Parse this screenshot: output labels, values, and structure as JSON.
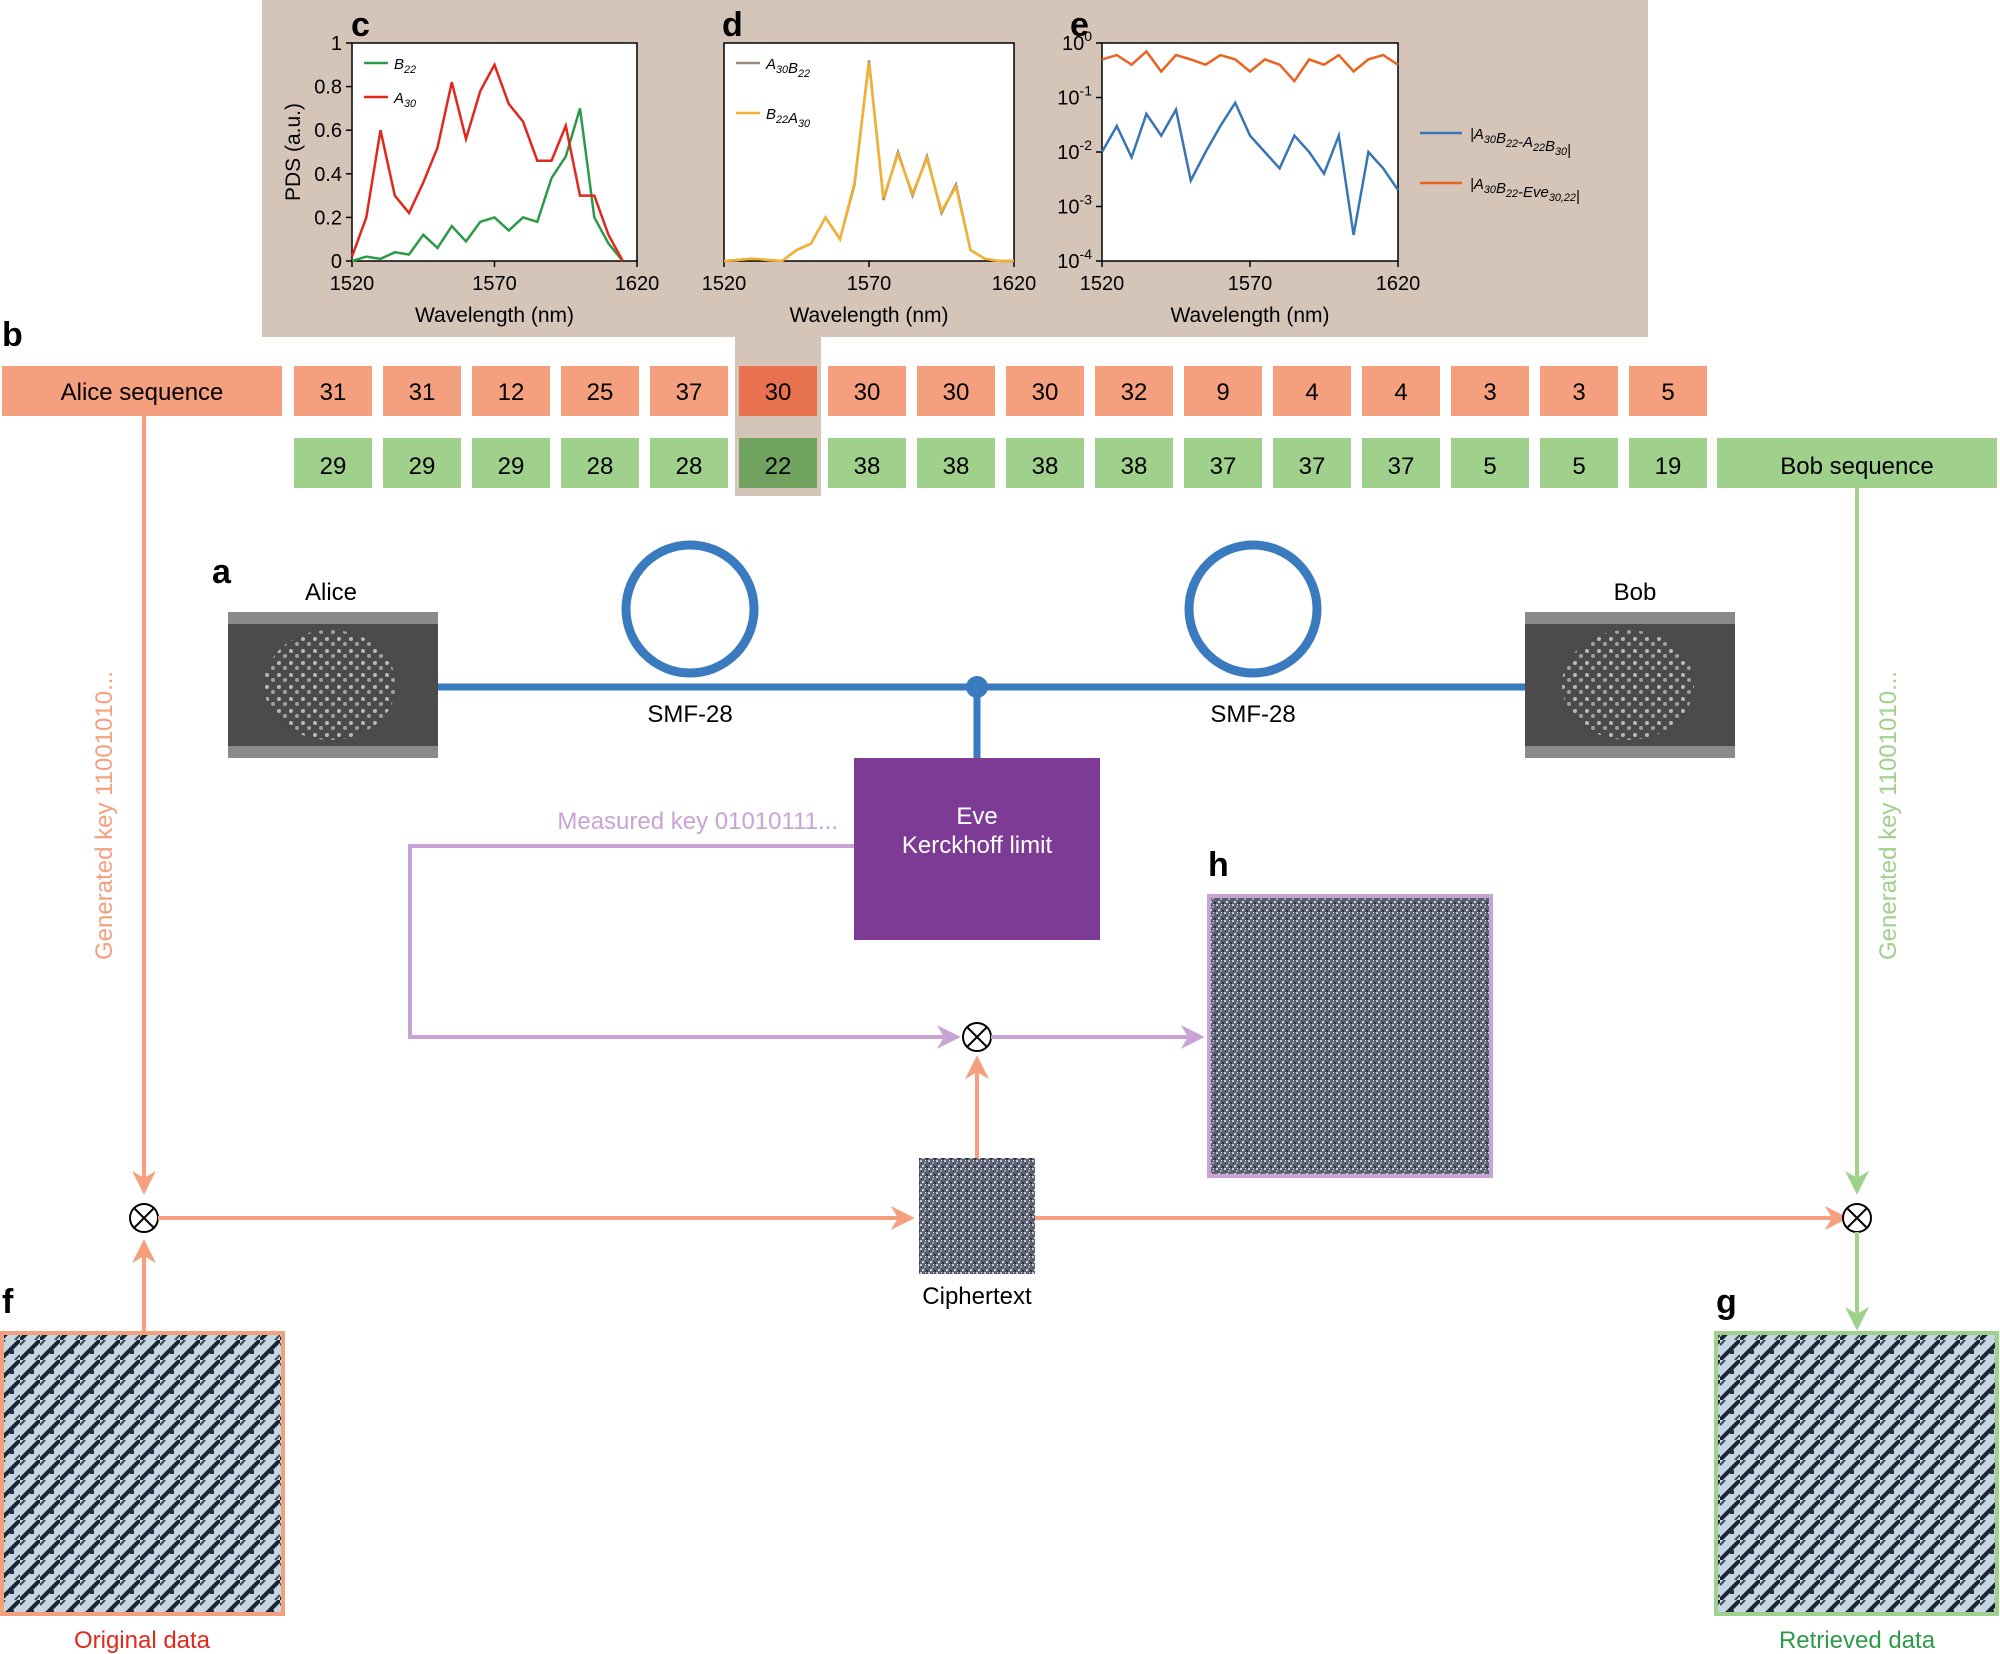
{
  "panel_labels": {
    "a": "a",
    "b": "b",
    "c": "c",
    "d": "d",
    "e": "e",
    "f": "f",
    "g": "g",
    "h": "h"
  },
  "colors": {
    "alice": "#f4a07f",
    "alice_highlight": "#e8714f",
    "bob": "#9fd08c",
    "bob_highlight": "#6fa35e",
    "fiber": "#3a7abf",
    "eve": "#7d3b96",
    "eve_line": "#c9a3d6",
    "inset_bg": "#d5c4b8"
  },
  "sequences": {
    "alice_label": "Alice sequence",
    "bob_label": "Bob sequence",
    "alice_values": [
      "31",
      "31",
      "12",
      "25",
      "37",
      "30",
      "30",
      "30",
      "30",
      "32",
      "9",
      "4",
      "4",
      "3",
      "3",
      "5"
    ],
    "bob_values": [
      "29",
      "29",
      "29",
      "28",
      "28",
      "22",
      "38",
      "38",
      "38",
      "38",
      "37",
      "37",
      "37",
      "5",
      "5",
      "19"
    ],
    "highlight_index": 5
  },
  "setup": {
    "alice_label": "Alice",
    "bob_label": "Bob",
    "fiber_left_label": "SMF-28",
    "fiber_right_label": "SMF-28",
    "eve_line1": "Eve",
    "eve_line2": "Kerckhoff limit",
    "measured_key": "Measured key 01010111...",
    "alice_key": "Generated key 11001010...",
    "bob_key": "Generated key 11001010...",
    "ciphertext_label": "Ciphertext",
    "original_label": "Original data",
    "retrieved_label": "Retrieved data",
    "xor_symbol": "⊗"
  },
  "chart_data": [
    {
      "id": "c",
      "type": "line",
      "xlabel": "Wavelength (nm)",
      "ylabel": "PDS (a.u.)",
      "xlim": [
        1520,
        1620
      ],
      "ylim": [
        0,
        1
      ],
      "xticks": [
        "1520",
        "1570",
        "1620"
      ],
      "yticks": [
        "0",
        "0.2",
        "0.4",
        "0.6",
        "0.8",
        "1"
      ],
      "legend_position": "top-left",
      "series": [
        {
          "name": "B22",
          "color": "#2e9a48",
          "x": [
            1520,
            1525,
            1530,
            1535,
            1540,
            1545,
            1550,
            1555,
            1560,
            1565,
            1570,
            1575,
            1580,
            1585,
            1590,
            1595,
            1600,
            1605,
            1610,
            1615
          ],
          "y": [
            0.0,
            0.02,
            0.01,
            0.04,
            0.03,
            0.12,
            0.06,
            0.16,
            0.09,
            0.18,
            0.2,
            0.14,
            0.2,
            0.18,
            0.38,
            0.48,
            0.7,
            0.2,
            0.08,
            0.0
          ]
        },
        {
          "name": "A30",
          "color": "#e0281c",
          "x": [
            1520,
            1525,
            1530,
            1535,
            1540,
            1545,
            1550,
            1555,
            1560,
            1565,
            1570,
            1575,
            1580,
            1585,
            1590,
            1595,
            1600,
            1605,
            1610,
            1615
          ],
          "y": [
            0.02,
            0.2,
            0.6,
            0.3,
            0.22,
            0.36,
            0.52,
            0.82,
            0.56,
            0.78,
            0.9,
            0.72,
            0.64,
            0.46,
            0.46,
            0.62,
            0.3,
            0.3,
            0.12,
            0.0
          ]
        }
      ]
    },
    {
      "id": "d",
      "type": "line",
      "xlabel": "Wavelength (nm)",
      "xlim": [
        1520,
        1620
      ],
      "ylim": [
        0,
        1
      ],
      "xticks": [
        "1520",
        "1570",
        "1620"
      ],
      "legend_position": "top-left",
      "series": [
        {
          "name": "A30B22",
          "color": "#a08878",
          "x": [
            1520,
            1530,
            1540,
            1545,
            1550,
            1555,
            1560,
            1565,
            1570,
            1575,
            1580,
            1585,
            1590,
            1595,
            1600,
            1605,
            1610,
            1615,
            1620
          ],
          "y": [
            0.0,
            0.01,
            0.0,
            0.05,
            0.08,
            0.2,
            0.1,
            0.35,
            0.92,
            0.28,
            0.5,
            0.3,
            0.48,
            0.22,
            0.35,
            0.05,
            0.01,
            0.0,
            0.0
          ]
        },
        {
          "name": "B22A30",
          "color": "#f1b233",
          "x": [
            1520,
            1530,
            1540,
            1545,
            1550,
            1555,
            1560,
            1565,
            1570,
            1575,
            1580,
            1585,
            1590,
            1595,
            1600,
            1605,
            1610,
            1615,
            1620
          ],
          "y": [
            0.0,
            0.01,
            0.0,
            0.05,
            0.08,
            0.2,
            0.1,
            0.36,
            0.91,
            0.29,
            0.49,
            0.31,
            0.47,
            0.23,
            0.34,
            0.05,
            0.01,
            0.0,
            0.0
          ]
        }
      ]
    },
    {
      "id": "e",
      "type": "line",
      "xlabel": "Wavelength (nm)",
      "xlim": [
        1520,
        1620
      ],
      "ylim": [
        0.0001,
        1
      ],
      "yscale": "log",
      "xticks": [
        "1520",
        "1570",
        "1620"
      ],
      "yticks": [
        "10-4",
        "10-3",
        "10-2",
        "10-1",
        "100"
      ],
      "legend_position": "right",
      "series": [
        {
          "name": "|A30B22-A22B30|",
          "color": "#3775b5",
          "x": [
            1520,
            1525,
            1530,
            1535,
            1540,
            1545,
            1550,
            1555,
            1560,
            1565,
            1570,
            1575,
            1580,
            1585,
            1590,
            1595,
            1600,
            1605,
            1610,
            1615,
            1620
          ],
          "y": [
            0.01,
            0.03,
            0.008,
            0.05,
            0.02,
            0.06,
            0.003,
            0.01,
            0.03,
            0.08,
            0.02,
            0.01,
            0.005,
            0.02,
            0.01,
            0.004,
            0.02,
            0.0003,
            0.01,
            0.005,
            0.002
          ]
        },
        {
          "name": "|A30B22-Eve30,22|",
          "color": "#e8641f",
          "x": [
            1520,
            1525,
            1530,
            1535,
            1540,
            1545,
            1550,
            1555,
            1560,
            1565,
            1570,
            1575,
            1580,
            1585,
            1590,
            1595,
            1600,
            1605,
            1610,
            1615,
            1620
          ],
          "y": [
            0.5,
            0.6,
            0.4,
            0.7,
            0.3,
            0.6,
            0.5,
            0.4,
            0.6,
            0.5,
            0.3,
            0.5,
            0.4,
            0.2,
            0.5,
            0.4,
            0.6,
            0.3,
            0.5,
            0.6,
            0.4
          ]
        }
      ]
    }
  ]
}
